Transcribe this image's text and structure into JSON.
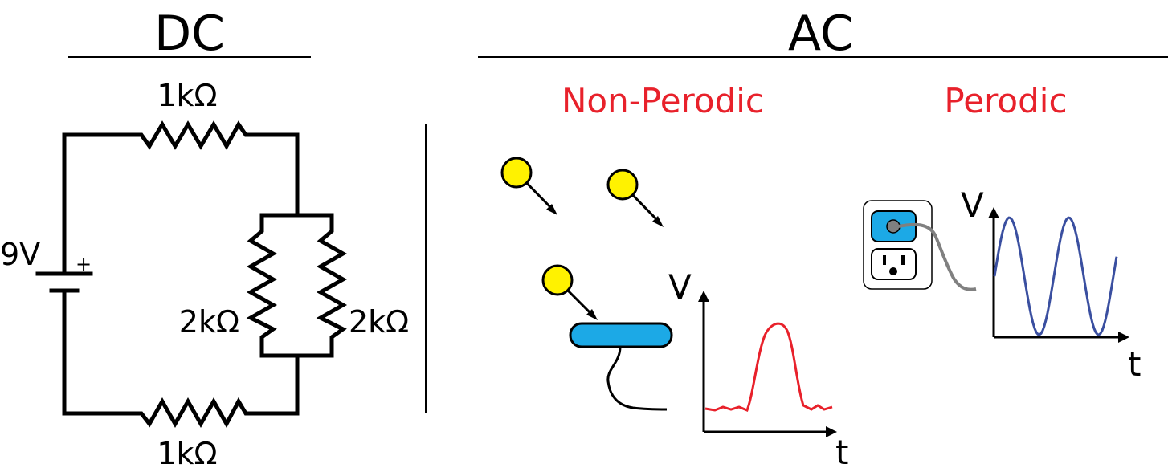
{
  "dc": {
    "title": "DC",
    "battery_voltage": "9V",
    "battery_plus": "+",
    "resistor_top": "1kΩ",
    "resistor_bottom": "1kΩ",
    "resistor_parallel_left": "2kΩ",
    "resistor_parallel_right": "2kΩ"
  },
  "ac": {
    "title": "AC",
    "non_periodic": {
      "label": "Non-Perodic",
      "axis_y": "V",
      "axis_x": "t"
    },
    "periodic": {
      "label": "Perodic",
      "axis_y": "V",
      "axis_x": "t"
    }
  },
  "colors": {
    "accent_red": "#e8212b",
    "ball_yellow": "#fff200",
    "sensor_blue": "#1ca9e6",
    "sine_blue": "#3a4fa0",
    "cord_gray": "#808080"
  }
}
